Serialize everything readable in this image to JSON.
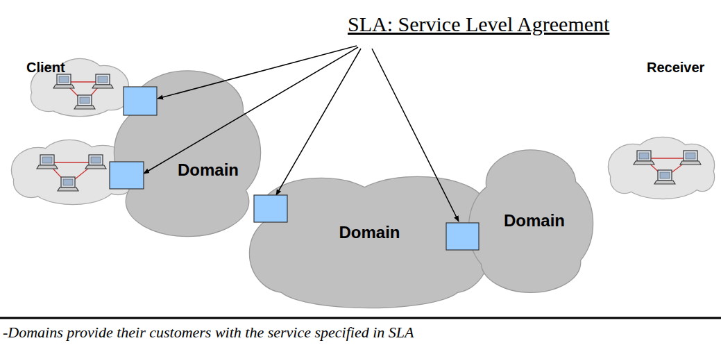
{
  "diagram": {
    "title": "SLA: Service Level Agreement",
    "caption": "-Domains provide their customers with the service specified in SLA",
    "nodes": [
      {
        "text": [
          "Domain"
        ]
      },
      {
        "text": [
          "Domain"
        ]
      },
      {
        "text": [
          "Domain"
        ]
      }
    ],
    "labels": [
      "Client",
      "Receiver"
    ]
  }
}
